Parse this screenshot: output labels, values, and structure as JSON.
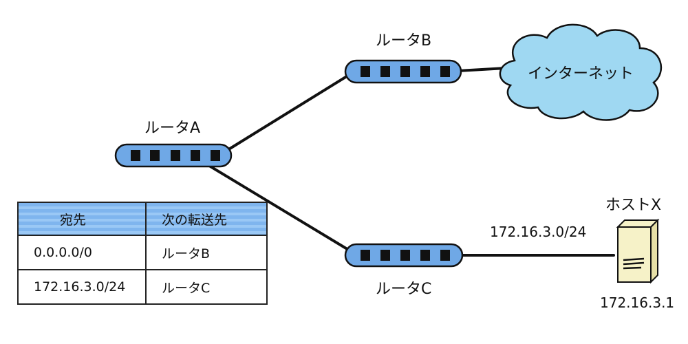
{
  "routers": {
    "a": {
      "label": "ルータA"
    },
    "b": {
      "label": "ルータB"
    },
    "c": {
      "label": "ルータC"
    }
  },
  "cloud": {
    "label": "インターネット"
  },
  "host": {
    "label": "ホストX",
    "network": "172.16.3.0/24",
    "ip": "172.16.3.1"
  },
  "routing_table": {
    "headers": [
      "宛先",
      "次の転送先"
    ],
    "rows": [
      [
        "0.0.0.0/0",
        "ルータB"
      ],
      [
        "172.16.3.0/24",
        "ルータC"
      ]
    ]
  },
  "colors": {
    "router_fill": "#6fa8e6",
    "cloud_fill": "#9fd8f2",
    "table_header": "#7fb5ee",
    "server_fill": "#f6f2c8"
  }
}
